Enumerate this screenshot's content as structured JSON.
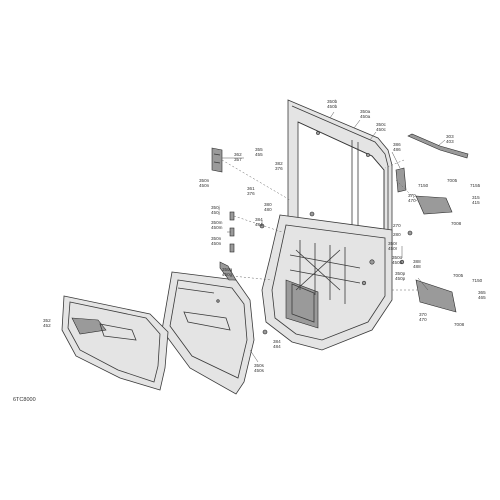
{
  "diagram": {
    "reference_code": "6TC8000",
    "callouts": [
      {
        "id": "c1",
        "lines": [
          "350b",
          "450b"
        ]
      },
      {
        "id": "c2",
        "lines": [
          "350a",
          "450a"
        ]
      },
      {
        "id": "c3",
        "lines": [
          "350c",
          "450c"
        ]
      },
      {
        "id": "c4",
        "lines": [
          "303",
          "403"
        ]
      },
      {
        "id": "c5",
        "lines": [
          "386",
          "486"
        ]
      },
      {
        "id": "c6",
        "lines": [
          "362",
          "357"
        ]
      },
      {
        "id": "c7",
        "lines": [
          "355",
          "455"
        ]
      },
      {
        "id": "c8",
        "lines": [
          "382",
          "376"
        ]
      },
      {
        "id": "c9",
        "lines": [
          "350n",
          "450n"
        ]
      },
      {
        "id": "c10",
        "lines": [
          "361",
          "376"
        ]
      },
      {
        "id": "c11",
        "lines": [
          "7150"
        ]
      },
      {
        "id": "c12",
        "lines": [
          "7005"
        ]
      },
      {
        "id": "c13",
        "lines": [
          "7155"
        ]
      },
      {
        "id": "c14",
        "lines": [
          "370",
          "470"
        ]
      },
      {
        "id": "c15",
        "lines": [
          "315",
          "415"
        ]
      },
      {
        "id": "c16",
        "lines": [
          "350j",
          "450j"
        ]
      },
      {
        "id": "c17",
        "lines": [
          "380",
          "480"
        ]
      },
      {
        "id": "c18",
        "lines": [
          "384",
          "484"
        ]
      },
      {
        "id": "c19",
        "lines": [
          "7008"
        ]
      },
      {
        "id": "c20",
        "lines": [
          "350m",
          "450m"
        ]
      },
      {
        "id": "c21",
        "lines": [
          "270"
        ]
      },
      {
        "id": "c22",
        "lines": [
          "280"
        ]
      },
      {
        "id": "c23",
        "lines": [
          "350n",
          "450n"
        ]
      },
      {
        "id": "c24",
        "lines": [
          "350r",
          "450r"
        ]
      },
      {
        "id": "c25",
        "lines": [
          "350o",
          "450o"
        ]
      },
      {
        "id": "c26",
        "lines": [
          "350g",
          "450g"
        ]
      },
      {
        "id": "c27",
        "lines": [
          "350p",
          "450p"
        ]
      },
      {
        "id": "c28",
        "lines": [
          "388",
          "488"
        ]
      },
      {
        "id": "c29",
        "lines": [
          "7005"
        ]
      },
      {
        "id": "c30",
        "lines": [
          "7150"
        ]
      },
      {
        "id": "c31",
        "lines": [
          "365",
          "465"
        ]
      },
      {
        "id": "c32",
        "lines": [
          "352",
          "452"
        ]
      },
      {
        "id": "c33",
        "lines": [
          "384",
          "484"
        ]
      },
      {
        "id": "c34",
        "lines": [
          "370",
          "470"
        ]
      },
      {
        "id": "c35",
        "lines": [
          "7008"
        ]
      },
      {
        "id": "c36",
        "lines": [
          "350s",
          "450s"
        ]
      }
    ]
  }
}
